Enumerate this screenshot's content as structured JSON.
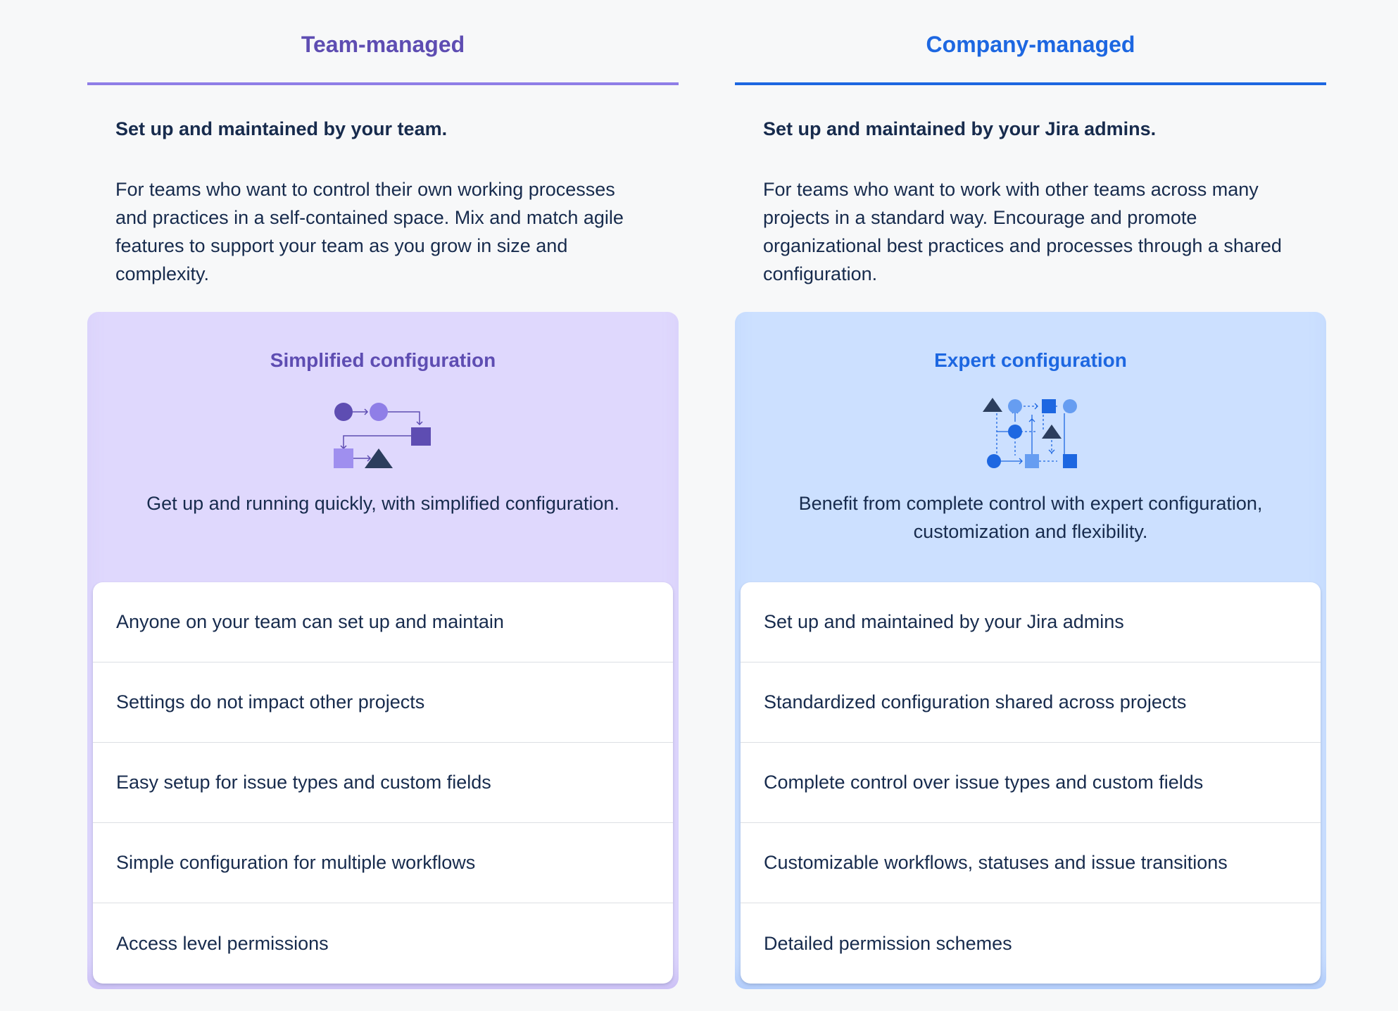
{
  "team_managed": {
    "tab_label": "Team-managed",
    "heading": "Set up and maintained by your team.",
    "body": "For teams who want to control their own working processes and practices in a self-contained space. Mix and match agile features to support your team as you grow in size and complexity.",
    "card": {
      "title": "Simplified configuration",
      "illustration_icon": "simple-flow-icon",
      "summary": "Get up and running quickly, with simplified configuration.",
      "features": [
        "Anyone on your team can set up and maintain",
        "Settings do not impact other projects",
        "Easy setup for issue types and custom fields",
        "Simple configuration for multiple workflows",
        "Access level permissions"
      ]
    }
  },
  "company_managed": {
    "tab_label": "Company-managed",
    "heading": "Set up and maintained by your Jira admins.",
    "body": "For teams who want to work with other teams across many projects in a standard way. Encourage and promote organizational best practices and processes through a shared configuration.",
    "card": {
      "title": "Expert configuration",
      "illustration_icon": "complex-flow-icon",
      "summary": "Benefit from complete control with expert configuration, customization and flexibility.",
      "features": [
        "Set up and maintained by your Jira admins",
        "Standardized configuration shared across projects",
        "Complete control over issue types and custom fields",
        "Customizable workflows, statuses and issue transitions",
        "Detailed permission schemes"
      ]
    }
  },
  "colors": {
    "team_accent": "#5e4db2",
    "team_card_bg": "#dfd8fd",
    "company_accent": "#1d67e1",
    "company_card_bg": "#cce0ff",
    "text": "#172b4d"
  }
}
